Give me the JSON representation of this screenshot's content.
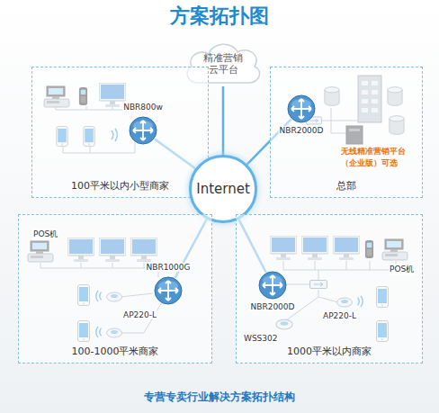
{
  "diagram": {
    "title": "方案拓扑图",
    "caption": "专营专卖行业解决方案拓扑结构",
    "nodes": [
      {
        "text": [
          "精准营销云平台"
        ]
      },
      {
        "text": [
          "100平米以内小型商家"
        ]
      },
      {
        "text": [
          "NBR800w"
        ],
        "in": 1
      },
      {
        "text": [
          "总部"
        ]
      },
      {
        "text": [
          "NBR2000D"
        ],
        "in": 3
      },
      {
        "text": [
          "Internet"
        ]
      },
      {
        "text": [
          "100-1000平米商家"
        ]
      },
      {
        "text": [
          "NBR1000G"
        ],
        "in": 6
      },
      {
        "text": [
          "1000平米以内商家"
        ]
      },
      {
        "text": [
          "NBR2000D"
        ],
        "in": 8
      }
    ],
    "edges": [
      {
        "from": 5,
        "to": 0,
        "arrow": "none"
      },
      {
        "from": 5,
        "to": 2,
        "arrow": "none"
      },
      {
        "from": 5,
        "to": 4,
        "arrow": "none"
      },
      {
        "from": 5,
        "to": 7,
        "arrow": "none"
      },
      {
        "from": 5,
        "to": 9,
        "arrow": "none"
      }
    ],
    "labels": [
      "无线精准营销平台（企业版）可选",
      "POS机",
      "AP220-L",
      "POS机",
      "AP220-L",
      "WSS302"
    ]
  }
}
